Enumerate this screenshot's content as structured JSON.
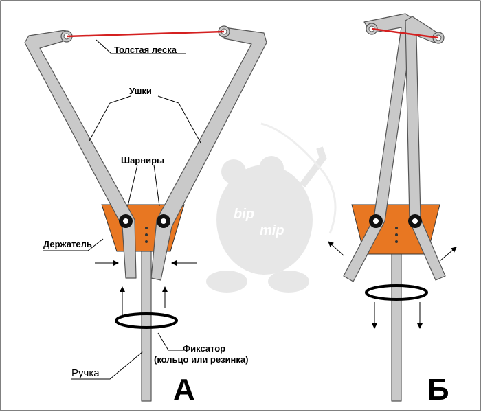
{
  "labels": {
    "thick_line": "Толстая леска",
    "ears": "Ушки",
    "hinges": "Шарниры",
    "holder": "Держатель",
    "lock_line1": "Фиксатор",
    "lock_line2": "(кольцо или резинка)",
    "handle": "Ручка",
    "panel_a": "А",
    "panel_b": "Б"
  },
  "watermark": {
    "word1": "bip",
    "word2": "mip"
  },
  "colors": {
    "line": "#d42020",
    "holder": "#e87722",
    "arm": "#c9c9c9",
    "outline": "#555555"
  }
}
